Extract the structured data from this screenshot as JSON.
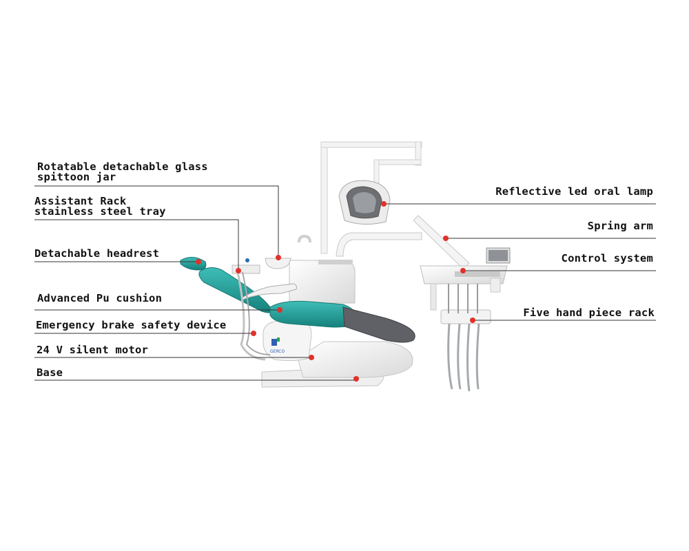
{
  "labels_left": [
    {
      "id": "spittoon",
      "lines": [
        "Rotatable detachable glass",
        "spittoon jar"
      ]
    },
    {
      "id": "assistant",
      "lines": [
        "Assistant Rack",
        "stainless steel tray"
      ]
    },
    {
      "id": "headrest",
      "lines": [
        "Detachable headrest"
      ]
    },
    {
      "id": "cushion",
      "lines": [
        "Advanced Pu cushion"
      ]
    },
    {
      "id": "brake",
      "lines": [
        "Emergency brake safety device"
      ]
    },
    {
      "id": "motor",
      "lines": [
        "24 V silent motor"
      ]
    },
    {
      "id": "base",
      "lines": [
        "Base"
      ]
    }
  ],
  "labels_right": [
    {
      "id": "lamp",
      "lines": [
        "Reflective led oral lamp"
      ]
    },
    {
      "id": "spring",
      "lines": [
        "Spring arm"
      ]
    },
    {
      "id": "control",
      "lines": [
        "Control system"
      ]
    },
    {
      "id": "handpiece",
      "lines": [
        "Five hand piece rack"
      ]
    }
  ],
  "logo_text": "GERCO",
  "colors": {
    "upholstery": "#2aa5a0",
    "footrest": "#5e6064",
    "marker": "#e0322a",
    "body": "#f1f1f1"
  }
}
